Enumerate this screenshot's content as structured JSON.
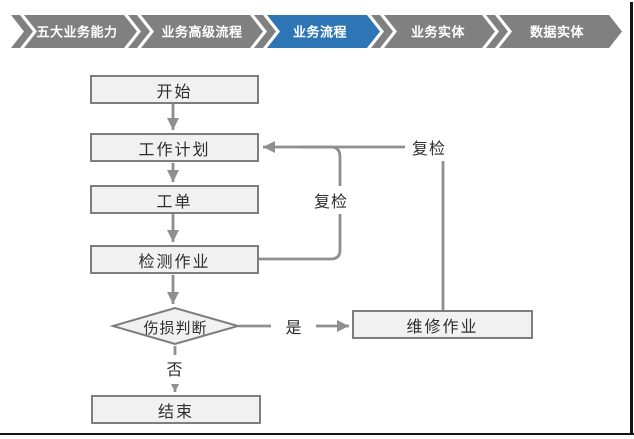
{
  "banner": {
    "active_color": "#2E75B5",
    "inactive_color": "#808080",
    "tabs": [
      {
        "label": "五大业务能力",
        "active": false
      },
      {
        "label": "业务高级流程",
        "active": false
      },
      {
        "label": "业务流程",
        "active": true
      },
      {
        "label": "业务实体",
        "active": false
      },
      {
        "label": "数据实体",
        "active": false
      }
    ]
  },
  "flowchart": {
    "nodes": {
      "start": {
        "label": "开始",
        "shape": "rect"
      },
      "plan": {
        "label": "工作计划",
        "shape": "rect"
      },
      "order": {
        "label": "工单",
        "shape": "rect"
      },
      "inspect": {
        "label": "检测作业",
        "shape": "rect"
      },
      "judge": {
        "label": "伤损判断",
        "shape": "diamond"
      },
      "repair": {
        "label": "维修作业",
        "shape": "rect"
      },
      "end": {
        "label": "结束",
        "shape": "rect"
      }
    },
    "edge_labels": {
      "yes": "是",
      "no": "否",
      "recheck_inspect": "复检",
      "recheck_repair": "复检"
    },
    "flow": [
      "开始 → 工作计划",
      "工作计划 → 工单",
      "工单 → 检测作业",
      "检测作业 → 伤损判断",
      "伤损判断 →(是) 维修作业",
      "伤损判断 →(否) 结束",
      "检测作业 →(复检) 工作计划",
      "维修作业 →(复检) 工作计划"
    ],
    "colors": {
      "node_fill": "#F1F1F1",
      "node_border": "#7D7D7D",
      "connector": "#8F8F8F",
      "text": "#2E2E2E"
    }
  }
}
